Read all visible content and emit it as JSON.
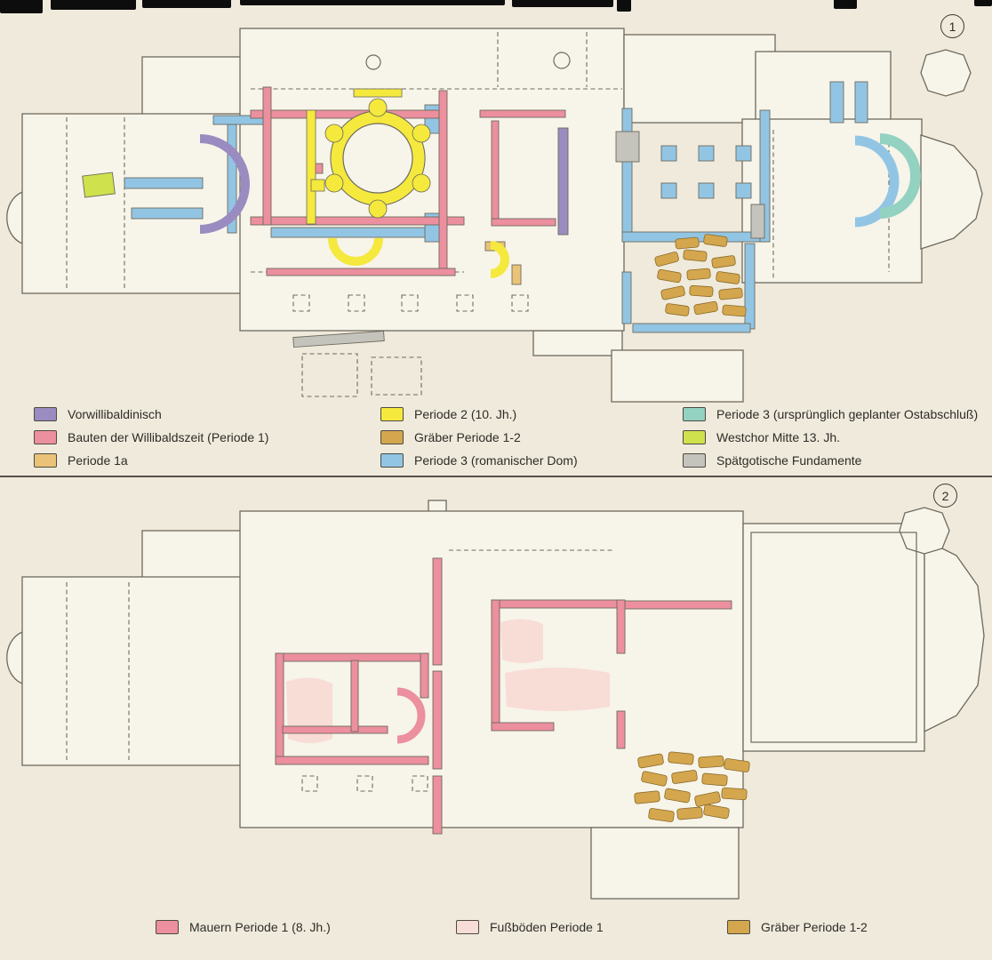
{
  "colors": {
    "paper": "#efeadb",
    "building": "#f7f4ea",
    "line": "#6e6a5c",
    "ink": "#2e2c28",
    "purple": "#9a8cc0",
    "pink": "#ec8f9e",
    "tan": "#eac379",
    "yellow": "#f4e93c",
    "gold": "#d4a64e",
    "blue": "#92c5e4",
    "teal": "#93d2c0",
    "ygreen": "#cfe14d",
    "gray": "#c4c3bc",
    "floor": "#f8dcd6"
  },
  "plan1": {
    "number": "1",
    "legend": [
      [
        {
          "color": "#9a8cc0",
          "label": "Vorwillibaldinisch"
        },
        {
          "color": "#ec8f9e",
          "label": "Bauten der Willibaldszeit (Periode 1)"
        },
        {
          "color": "#eac379",
          "label": "Periode 1a"
        }
      ],
      [
        {
          "color": "#f4e93c",
          "label": "Periode 2 (10. Jh.)"
        },
        {
          "color": "#d4a64e",
          "label": "Gräber Periode 1-2"
        },
        {
          "color": "#92c5e4",
          "label": "Periode 3 (romanischer Dom)"
        }
      ],
      [
        {
          "color": "#93d2c0",
          "label": "Periode 3 (ursprünglich geplanter Ostabschluß)"
        },
        {
          "color": "#cfe14d",
          "label": "Westchor Mitte 13. Jh."
        },
        {
          "color": "#c4c3bc",
          "label": "Spätgotische Fundamente"
        }
      ]
    ]
  },
  "plan2": {
    "number": "2",
    "legend": [
      {
        "color": "#ec8f9e",
        "label": "Mauern Periode 1 (8. Jh.)"
      },
      {
        "color": "#f8dcd6",
        "label": "Fußböden Periode 1"
      },
      {
        "color": "#d4a64e",
        "label": "Gräber Periode 1-2"
      }
    ]
  }
}
